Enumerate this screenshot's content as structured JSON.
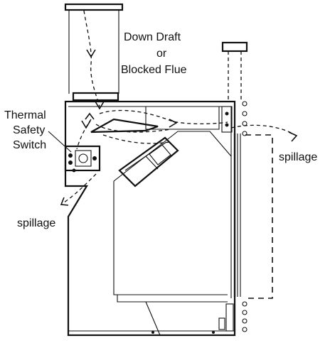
{
  "labels": {
    "down_draft_line1": "Down Draft",
    "down_draft_line2": "or",
    "down_draft_line3": "Blocked Flue",
    "thermal_line1": "Thermal",
    "thermal_line2": "Safety",
    "thermal_line3": "Switch",
    "spillage_right": "spillage",
    "spillage_left": "spillage"
  },
  "colors": {
    "ink": "#111111",
    "background": "#ffffff"
  }
}
